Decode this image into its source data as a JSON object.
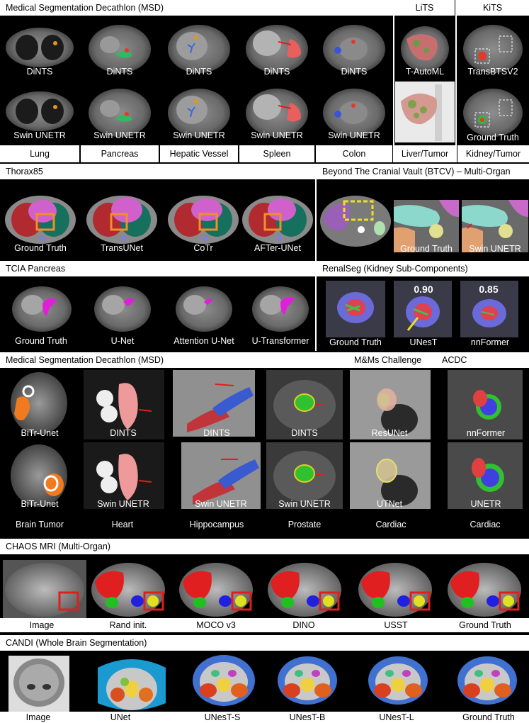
{
  "sections": {
    "msd1": "Medical Segmentation Decathlon (MSD)",
    "lits": "LiTS",
    "kits": "KiTS",
    "thorax": "Thorax85",
    "btcv": "Beyond The Cranial Vault (BTCV) – Multi-Organ",
    "tcia": "TCIA Pancreas",
    "renal": "RenalSeg (Kidney Sub-Components)",
    "msd2": "Medical Segmentation Decathlon (MSD)",
    "mms": "M&Ms Challenge",
    "acdc": "ACDC",
    "chaos": "CHAOS MRI (Multi-Organ)",
    "candi": "CANDI (Whole Brain Segmentation)"
  },
  "row1": {
    "top": [
      "DiNTS",
      "DiNTS",
      "DiNTS",
      "DiNTS",
      "DiNTS",
      "T-AutoML",
      "TransBTSV2"
    ],
    "bottom": [
      "Swin UNETR",
      "Swin UNETR",
      "Swin UNETR",
      "Swin UNETR",
      "Swin UNETR",
      "",
      "Ground Truth"
    ],
    "tasks": [
      "Lung",
      "Pancreas",
      "Hepatic Vessel",
      "Spleen",
      "Colon",
      "Liver/Tumor",
      "Kidney/Tumor"
    ]
  },
  "thorax": [
    "Ground Truth",
    "TransUNet",
    "CoTr",
    "AFTer-UNet"
  ],
  "btcv": [
    "Ground Truth",
    "Swin UNETR"
  ],
  "tcia": [
    "Ground Truth",
    "U-Net",
    "Attention U-Net",
    "U-Transformer"
  ],
  "renal": {
    "labels": [
      "Ground Truth",
      "UNesT",
      "nnFormer"
    ],
    "scores": [
      "0.90",
      "0.85"
    ]
  },
  "row5": {
    "top": [
      "BiTr-Unet",
      "DINTS",
      "DINTS",
      "DINTS",
      "ResUNet",
      "nnFormer"
    ],
    "bottom": [
      "BiTr-Unet",
      "Swin UNETR",
      "Swin UNETR",
      "Swin UNETR",
      "UTNet",
      "UNETR"
    ],
    "tasks": [
      "Brain Tumor",
      "Heart",
      "Hippocampus",
      "Prostate",
      "Cardiac",
      "Cardiac"
    ]
  },
  "chaos": [
    "Image",
    "Rand init.",
    "MOCO v3",
    "DINO",
    "USST",
    "Ground Truth"
  ],
  "candi": [
    "Image",
    "UNet",
    "UNesT-S",
    "UNesT-B",
    "UNesT-L",
    "Ground Truth"
  ]
}
